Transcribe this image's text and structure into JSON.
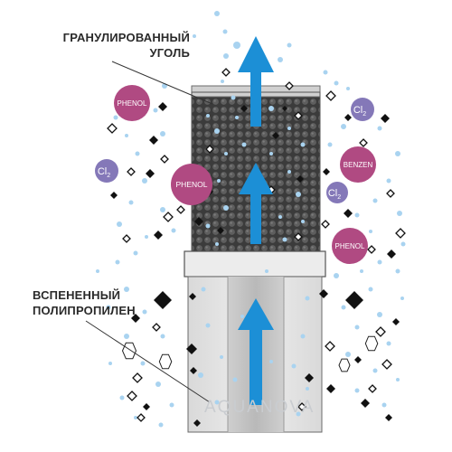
{
  "labels": {
    "carbon_line1": "ГРАНУЛИРОВАННЫЙ",
    "carbon_line2": "УГОЛЬ",
    "foam_line1": "ВСПЕНЕННЫЙ",
    "foam_line2": "ПОЛИПРОПИЛЕН"
  },
  "molecules": {
    "phenol": "PHENOL",
    "benzen": "BENZEN",
    "chlorine": "Cl",
    "chlorine_sub": "2"
  },
  "watermark": "AQUANOVA",
  "colors": {
    "phenol_circle": "#b04a82",
    "benzen_circle": "#b04a82",
    "chlorine_circle": "#8478b8",
    "arrow": "#1c8fd6",
    "bubble": "#a9d3f0",
    "carbon_fill": "#3a3a3a",
    "foam_fill": "#e4e4e4"
  },
  "icons": [
    "arrow-up-icon",
    "diamond-icon",
    "hexagon-icon",
    "bubble-icon"
  ]
}
